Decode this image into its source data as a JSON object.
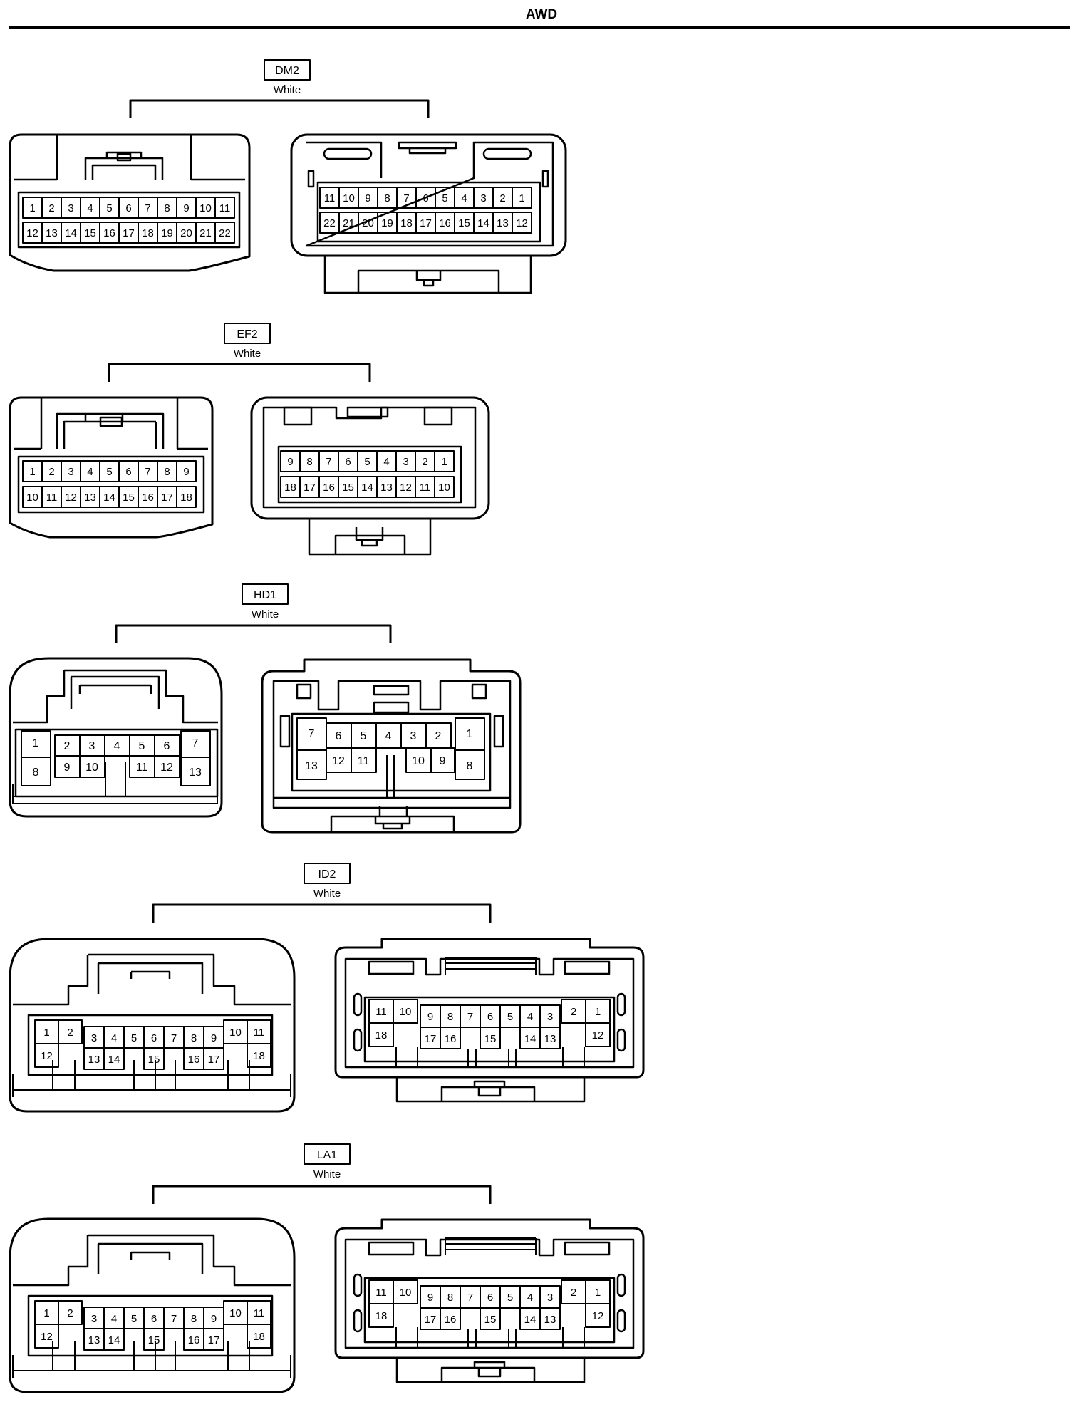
{
  "page": {
    "title": "AWD"
  },
  "connectors": [
    {
      "code": "DM2",
      "color": "White",
      "left_rows": [
        [
          "1",
          "2",
          "3",
          "4",
          "5",
          "6",
          "7",
          "8",
          "9",
          "10",
          "11"
        ],
        [
          "12",
          "13",
          "14",
          "15",
          "16",
          "17",
          "18",
          "19",
          "20",
          "21",
          "22"
        ]
      ],
      "right_rows": [
        [
          "11",
          "10",
          "9",
          "8",
          "7",
          "6",
          "5",
          "4",
          "3",
          "2",
          "1"
        ],
        [
          "22",
          "21",
          "20",
          "19",
          "18",
          "17",
          "16",
          "15",
          "14",
          "13",
          "12"
        ]
      ]
    },
    {
      "code": "EF2",
      "color": "White",
      "left_rows": [
        [
          "1",
          "2",
          "3",
          "4",
          "5",
          "6",
          "7",
          "8",
          "9"
        ],
        [
          "10",
          "11",
          "12",
          "13",
          "14",
          "15",
          "16",
          "17",
          "18"
        ]
      ],
      "right_rows": [
        [
          "9",
          "8",
          "7",
          "6",
          "5",
          "4",
          "3",
          "2",
          "1"
        ],
        [
          "18",
          "17",
          "16",
          "15",
          "14",
          "13",
          "12",
          "11",
          "10"
        ]
      ]
    },
    {
      "code": "HD1",
      "color": "White",
      "left_rows": [
        [
          "1",
          "2",
          "3",
          "4",
          "5",
          "6",
          "7"
        ],
        [
          "8",
          "9",
          "10",
          "11",
          "12",
          "13"
        ]
      ],
      "right_rows": [
        [
          "7",
          "6",
          "5",
          "4",
          "3",
          "2",
          "1"
        ],
        [
          "13",
          "12",
          "11",
          "10",
          "9",
          "8"
        ]
      ]
    },
    {
      "code": "ID2",
      "color": "White",
      "left_rows": [
        [
          "1",
          "2",
          "3",
          "4",
          "5",
          "6",
          "7",
          "8",
          "9",
          "10",
          "11"
        ],
        [
          "12",
          "13",
          "14",
          "15",
          "16",
          "17",
          "18"
        ]
      ],
      "right_rows": [
        [
          "11",
          "10",
          "9",
          "8",
          "7",
          "6",
          "5",
          "4",
          "3",
          "2",
          "1"
        ],
        [
          "18",
          "17",
          "16",
          "15",
          "14",
          "13",
          "12"
        ]
      ]
    },
    {
      "code": "LA1",
      "color": "White",
      "left_rows": [
        [
          "1",
          "2",
          "3",
          "4",
          "5",
          "6",
          "7",
          "8",
          "9",
          "10",
          "11"
        ],
        [
          "12",
          "13",
          "14",
          "15",
          "16",
          "17",
          "18"
        ]
      ],
      "right_rows": [
        [
          "11",
          "10",
          "9",
          "8",
          "7",
          "6",
          "5",
          "4",
          "3",
          "2",
          "1"
        ],
        [
          "18",
          "17",
          "16",
          "15",
          "14",
          "13",
          "12"
        ]
      ]
    }
  ]
}
